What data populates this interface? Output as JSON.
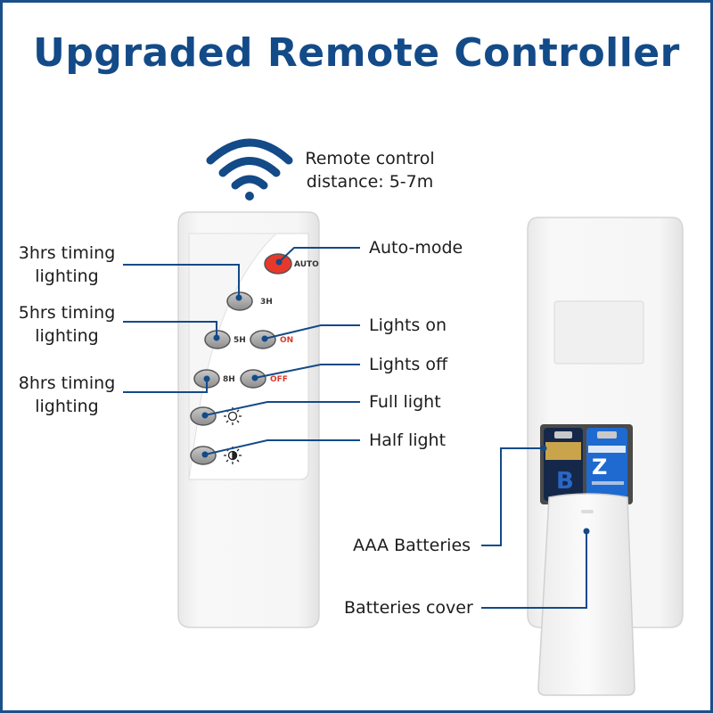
{
  "title": "Upgraded Remote Controller",
  "range": {
    "line1": "Remote control",
    "line2": "distance: 5-7m"
  },
  "left_labels": {
    "three_hrs": {
      "line1": "3hrs timing",
      "line2": "lighting"
    },
    "five_hrs": {
      "line1": "5hrs timing",
      "line2": "lighting"
    },
    "eight_hrs": {
      "line1": "8hrs timing",
      "line2": "lighting"
    }
  },
  "right_labels": {
    "auto_mode": "Auto-mode",
    "lights_on": "Lights on",
    "lights_off": "Lights off",
    "full_light": "Full light",
    "half_light": "Half light"
  },
  "buttons": {
    "auto": "AUTO",
    "three_h": "3H",
    "five_h": "5H",
    "on": "ON",
    "eight_h": "8H",
    "off": "OFF"
  },
  "back_labels": {
    "batteries": "AAA Batteries",
    "cover": "Batteries cover"
  },
  "colors": {
    "accent": "#134a88",
    "auto_button": "#e8382a",
    "button_grey": "#9a9a9a"
  }
}
